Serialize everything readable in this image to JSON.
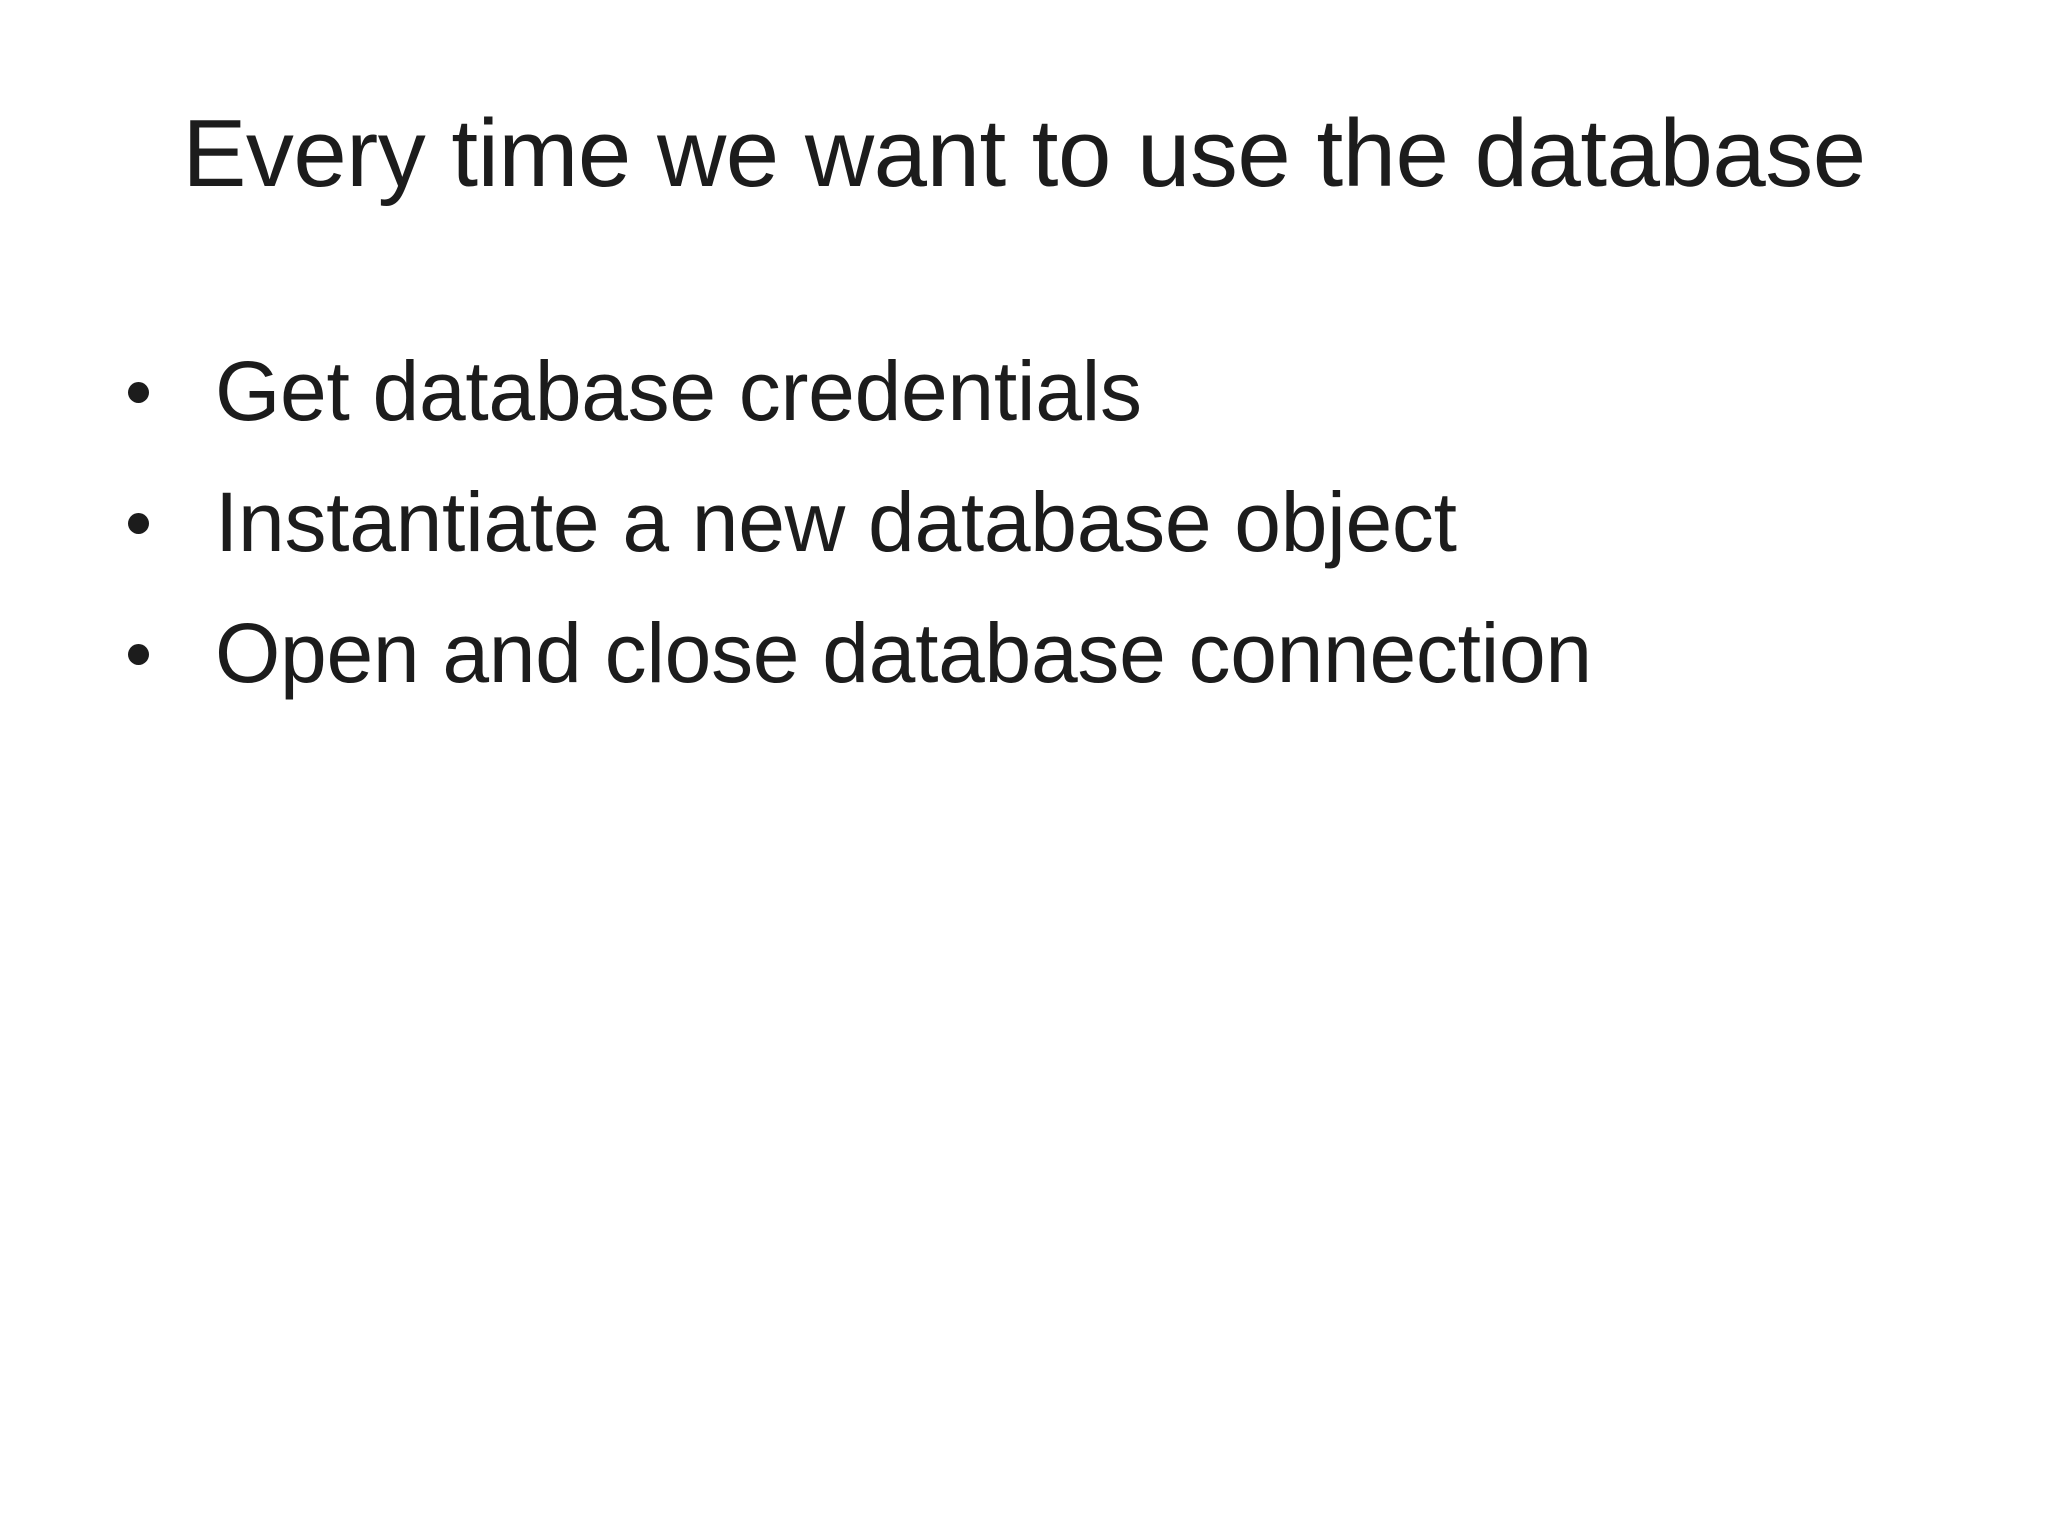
{
  "slide": {
    "background_color": "#ffffff",
    "text_color": "#1c1c1c",
    "title": "Every time we want to use the database",
    "bullets": [
      {
        "text": "Get database credentials",
        "marker": "bullet-dot"
      },
      {
        "text": "Instantiate a new database object",
        "marker": "bullet-dot"
      },
      {
        "text": "Open and close database connection",
        "marker": "bullet-dot"
      }
    ]
  }
}
